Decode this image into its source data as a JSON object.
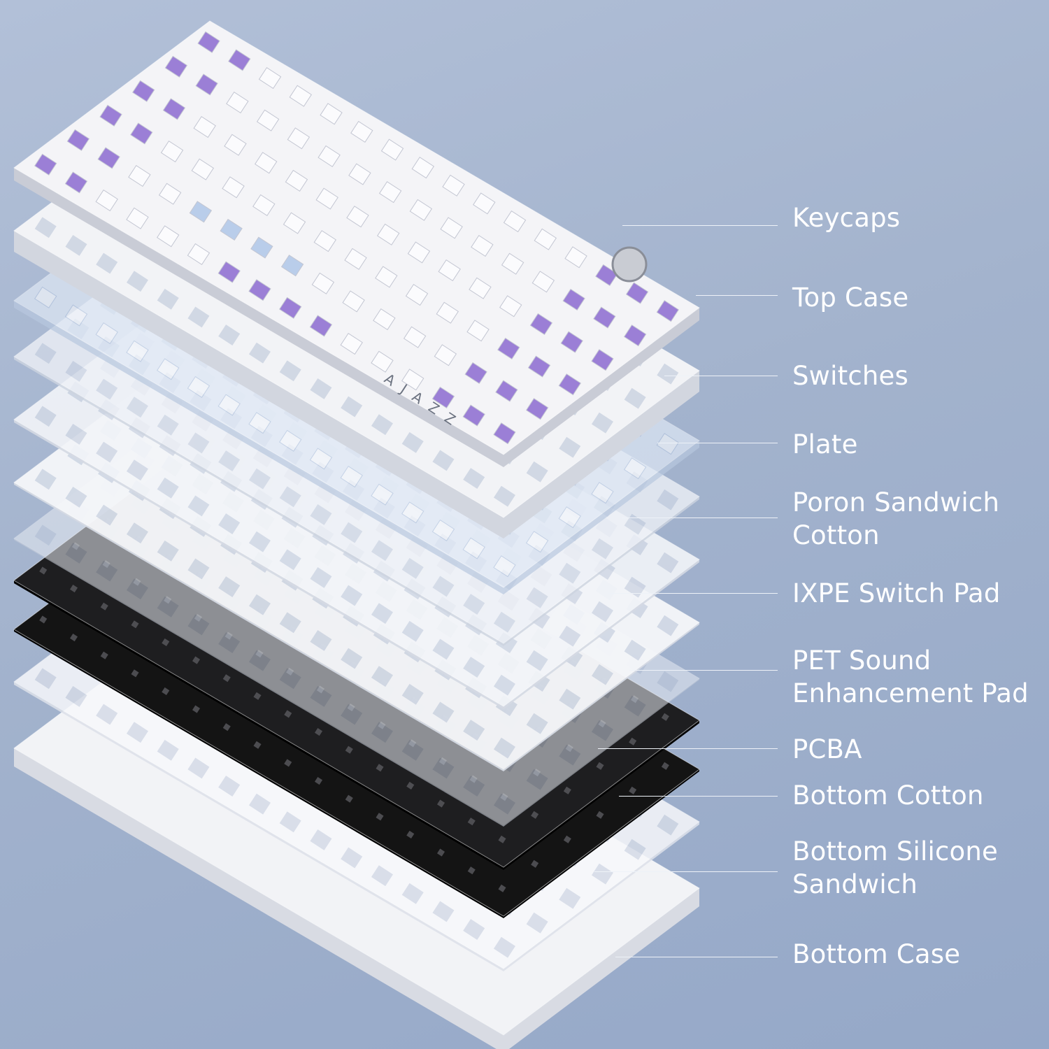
{
  "product": {
    "logo": "AJAZZ"
  },
  "layers": [
    {
      "id": "keycaps",
      "lines": [
        "Keycaps"
      ]
    },
    {
      "id": "top-case",
      "lines": [
        "Top Case"
      ]
    },
    {
      "id": "switches",
      "lines": [
        "Switches"
      ]
    },
    {
      "id": "plate",
      "lines": [
        "Plate"
      ]
    },
    {
      "id": "poron-sandwich-cotton",
      "lines": [
        "Poron Sandwich",
        "Cotton"
      ]
    },
    {
      "id": "ixpe-switch-pad",
      "lines": [
        "IXPE Switch Pad"
      ]
    },
    {
      "id": "pet-sound-enhancement-pad",
      "lines": [
        "PET Sound",
        "Enhancement Pad"
      ]
    },
    {
      "id": "pcba",
      "lines": [
        "PCBA"
      ]
    },
    {
      "id": "bottom-cotton",
      "lines": [
        "Bottom Cotton"
      ]
    },
    {
      "id": "bottom-silicone-sandwich",
      "lines": [
        "Bottom Silicone",
        "Sandwich"
      ]
    },
    {
      "id": "bottom-case",
      "lines": [
        "Bottom Case"
      ]
    }
  ],
  "colors": {
    "background": "#a3b3cd",
    "keycap_purple": "#9b7fd6",
    "keycap_white": "#f4f4f7",
    "keycap_blue": "#b9cdea",
    "pcb_black": "#141414",
    "case_white": "#f2f3f6"
  }
}
